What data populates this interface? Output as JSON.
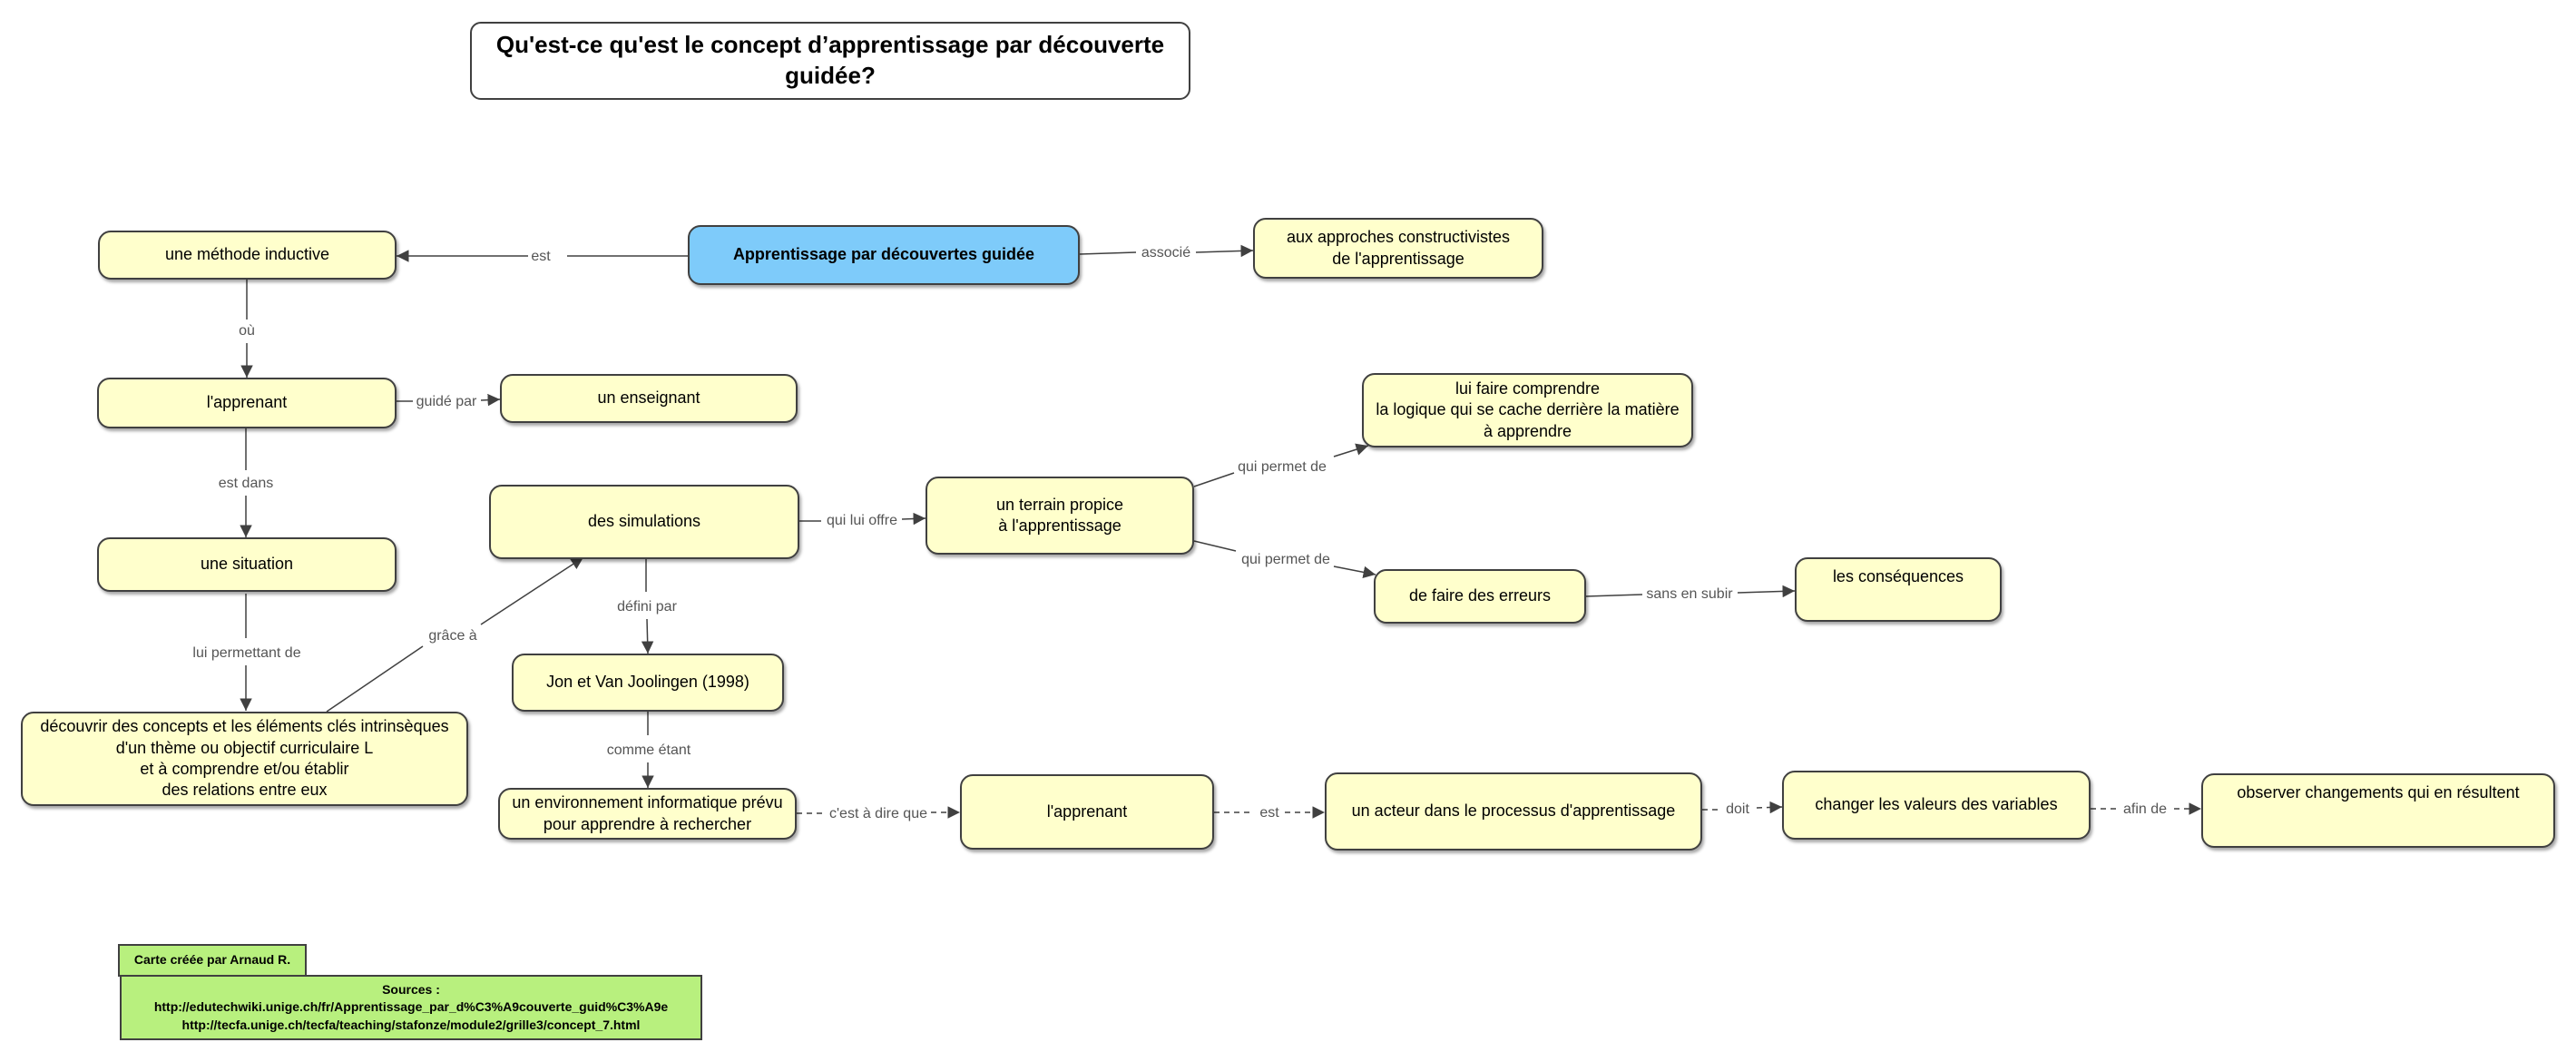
{
  "title": "Qu'est-ce qu'est le concept d’apprentissage par découverte guidée?",
  "nodes": {
    "main": "Apprentissage par découvertes guidée",
    "approches": "aux approches constructivistes\nde l'apprentissage",
    "methode": "une méthode inductive",
    "apprenant1": "l'apprenant",
    "enseignant": "un enseignant",
    "situation": "une situation",
    "decouvrir": "découvrir des concepts et les éléments clés intrinsèques\nd'un thème ou objectif curriculaire L\net à comprendre et/ou établir\ndes relations entre eux",
    "simulations": "des simulations",
    "terrain": "un terrain propice\nà l'apprentissage",
    "comprendre": "lui faire comprendre\nla logique qui se cache derrière la matière\nà apprendre",
    "erreurs": "de faire des erreurs",
    "consequences": "les conséquences",
    "jon": "Jon et Van Joolingen (1998)",
    "environnement": "un environnement informatique prévu\npour apprendre à rechercher",
    "apprenant2": "l'apprenant",
    "acteur": "un acteur dans le processus d'apprentissage",
    "changer": "changer les valeurs des variables",
    "observer": "observer changements qui en résultent"
  },
  "links": {
    "est": "est",
    "associe": "associé",
    "ou": "où",
    "guide_par": "guidé par",
    "est_dans": "est dans",
    "lui_permettant_de": "lui permettant de",
    "grace_a": "grâce à",
    "qui_lui_offre": "qui lui offre",
    "qui_permet_de_1": "qui permet de",
    "qui_permet_de_2": "qui permet de",
    "sans_en_subir": "sans en subir",
    "defini_par": "défini par",
    "comme_etant": "comme étant",
    "cest_a_dire_que": "c'est à dire que",
    "est2": "est",
    "doit": "doit",
    "afin_de": "afin de"
  },
  "notes": {
    "author": "Carte créée par Arnaud R.",
    "sources": "Sources :\nhttp://edutechwiki.unige.ch/fr/Apprentissage_par_d%C3%A9couverte_guid%C3%A9e\nhttp://tecfa.unige.ch/tecfa/teaching/stafonze/module2/grille3/concept_7.html"
  },
  "colors": {
    "concept_fill": "#ffffcc",
    "main_fill": "#7ecbfa",
    "note_fill": "#b8f07e",
    "border": "#404040",
    "link": "#404040",
    "link_label": "#555555"
  }
}
